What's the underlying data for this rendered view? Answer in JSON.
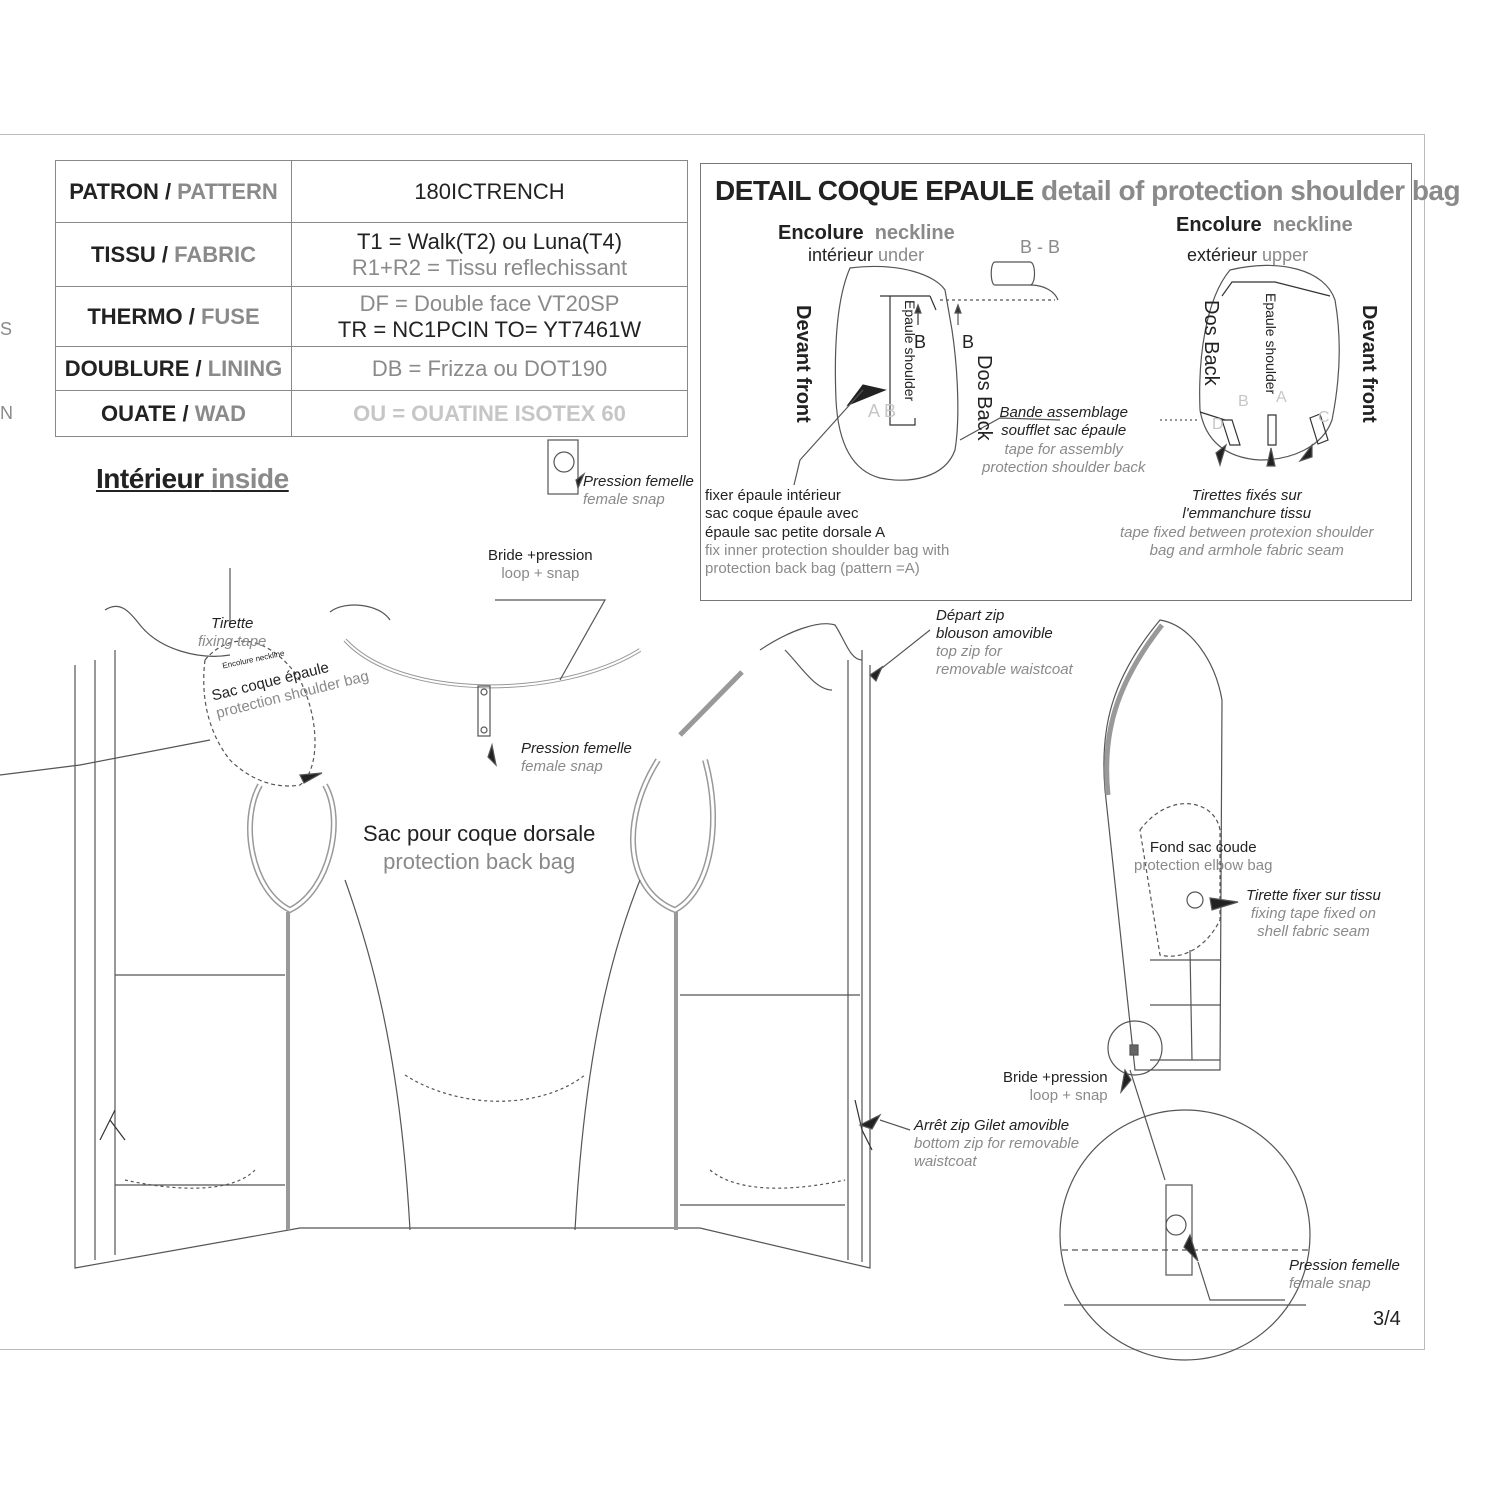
{
  "spec_table": {
    "rows": [
      {
        "key_fr": "PATRON",
        "key_en": "PATTERN",
        "line1": "180ICTRENCH",
        "line2": ""
      },
      {
        "key_fr": "TISSU",
        "key_en": "FABRIC",
        "line1": "T1  =  Walk(T2) ou  Luna(T4)",
        "line2": "R1+R2 = Tissu reflechissant"
      },
      {
        "key_fr": "THERMO",
        "key_en": "FUSE",
        "line1": "DF = Double face VT20SP",
        "line2": "TR = NC1PCIN  TO= YT7461W"
      },
      {
        "key_fr": "DOUBLURE",
        "key_en": "LINING",
        "line1": "DB  =  Frizza  ou  DOT190",
        "line2": ""
      },
      {
        "key_fr": "OUATE",
        "key_en": "WAD",
        "line1": "OU = OUATINE ISOTEX 60",
        "line2": ""
      }
    ],
    "separator": " / "
  },
  "detail": {
    "title_fr": "DETAIL COQUE EPAULE",
    "title_en": "detail of protection shoulder bag",
    "left": {
      "neck_fr": "Encolure",
      "neck_en": "neckline",
      "side_fr": "intérieur",
      "side_en": "under",
      "front": "Devant front",
      "back": "Dos Back",
      "shoulder": "Epaule shoulder",
      "section": "B - B",
      "mark_b": "B",
      "mark_ab": "A  B"
    },
    "right": {
      "neck_fr": "Encolure",
      "neck_en": "neckline",
      "side_fr": "extérieur",
      "side_en": "upper",
      "front": "Devant front",
      "back": "Dos Back",
      "shoulder": "Epaule shoulder",
      "marks": [
        "D",
        "B",
        "A",
        "C"
      ]
    },
    "note_tape": [
      "Bande assemblage",
      "soufflet sac épaule",
      "tape for assembly",
      "protection shoulder back"
    ],
    "note_fix": [
      "fixer épaule intérieur",
      "sac coque épaule avec",
      "épaule sac petite dorsale A",
      "fix inner protection shoulder bag with",
      "protection back bag (pattern =A)"
    ],
    "note_tirettes": [
      "Tirettes fixés sur",
      "l'emmanchure tissu",
      "tape fixed between protexion shoulder",
      "bag and armhole fabric seam"
    ]
  },
  "main": {
    "heading_fr": "Intérieur",
    "heading_en": "inside",
    "snap_top": [
      "Pression femelle",
      "female snap"
    ],
    "loop_top": [
      "Bride +pression",
      "loop + snap"
    ],
    "tirette": [
      "Tirette",
      "fixing tape"
    ],
    "encolure_small": "Encolure neckline",
    "shoulder_bag": [
      "Sac coque épaule",
      "protection shoulder bag"
    ],
    "snap_mid": [
      "Pression femelle",
      "female snap"
    ],
    "back_bag": [
      "Sac pour coque dorsale",
      "protection back bag"
    ],
    "zip_start": [
      "Départ zip",
      "blouson amovible",
      "top zip for",
      "removable waistcoat"
    ],
    "zip_end": [
      "Arrêt zip Gilet amovible",
      "bottom zip for removable",
      " waistcoat"
    ],
    "elbow_bag": [
      "Fond sac coude",
      "protection elbow bag"
    ],
    "elbow_tape": [
      "Tirette fixer sur tissu",
      "fixing tape fixed on",
      "shell fabric seam"
    ],
    "loop_sleeve": [
      "Bride +pression",
      "loop + snap"
    ],
    "snap_bottom": [
      "Pression femelle",
      "female snap"
    ],
    "page": "3/4",
    "edge_marks": [
      "S",
      "N"
    ]
  }
}
